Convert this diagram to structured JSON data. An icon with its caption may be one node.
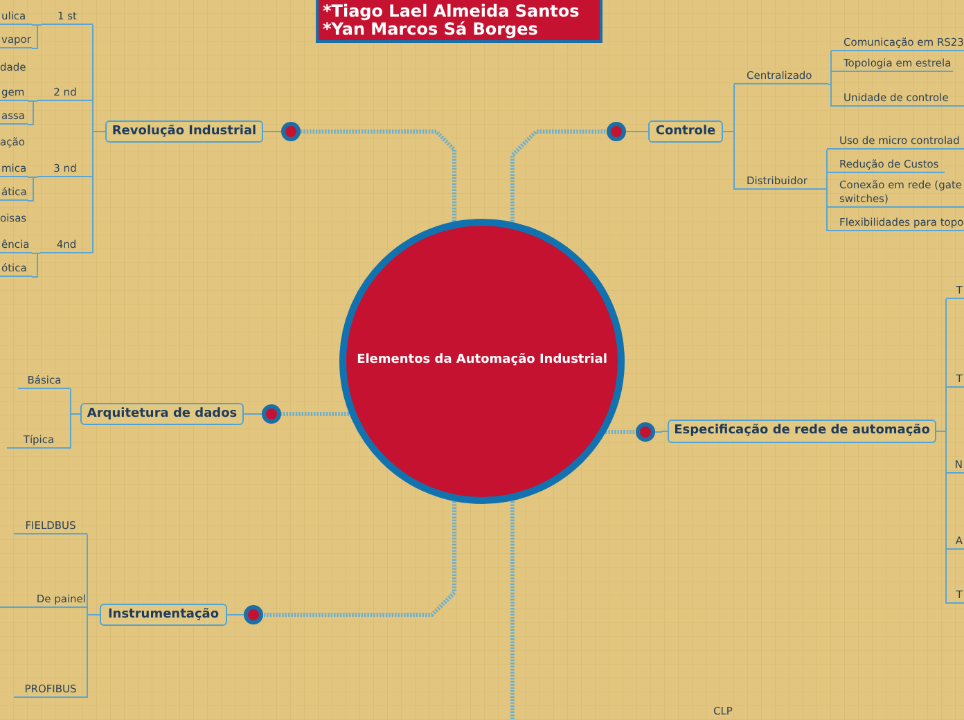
{
  "diagram": {
    "nodes": [
      {
        "text": [
          "*Tiago Lael Almeida Santos",
          "*Yan Marcos Sá Borges"
        ]
      },
      {
        "text": [
          "Elementos da Automação Industrial"
        ]
      },
      {
        "text": [],
        "shape": "circle"
      },
      {
        "text": [
          "Revolução Industrial"
        ]
      },
      {
        "text": [
          "1 st"
        ]
      },
      {
        "text": [
          "ulica"
        ]
      },
      {
        "text": [
          "vapor"
        ]
      },
      {
        "text": [
          "2 nd"
        ]
      },
      {
        "text": [
          "gem"
        ]
      },
      {
        "text": [
          "assa"
        ]
      },
      {
        "text": [
          "3 nd"
        ]
      },
      {
        "text": [
          "mica"
        ]
      },
      {
        "text": [
          "ática"
        ]
      },
      {
        "text": [
          "4nd"
        ]
      },
      {
        "text": [
          "ência"
        ]
      },
      {
        "text": [
          "ótica"
        ]
      },
      {
        "text": [],
        "shape": "circle"
      },
      {
        "text": [
          "Controle"
        ]
      },
      {
        "text": [
          "Centralizado"
        ]
      },
      {
        "text": [
          "Comunicação em RS23"
        ]
      },
      {
        "text": [
          "Topologia em estrela"
        ]
      },
      {
        "text": [
          "Unidade de controle"
        ]
      },
      {
        "text": [
          "Distribuidor"
        ]
      },
      {
        "text": [
          "Uso de micro controlad"
        ]
      },
      {
        "text": [
          "Redução de Custos"
        ]
      },
      {
        "text": [
          "Conexão em rede (gate switches)"
        ]
      },
      {
        "text": [
          "Flexibilidades para topo"
        ]
      },
      {
        "text": [],
        "shape": "circle"
      },
      {
        "text": [
          "Arquitetura de dados"
        ]
      },
      {
        "text": [
          "Básica"
        ]
      },
      {
        "text": [
          "Típica"
        ]
      },
      {
        "text": [],
        "shape": "circle"
      },
      {
        "text": [
          "Especificação de rede de automação"
        ]
      },
      {
        "text": [
          "T"
        ]
      },
      {
        "text": [
          "T"
        ]
      },
      {
        "text": [
          "N"
        ]
      },
      {
        "text": [
          "A"
        ]
      },
      {
        "text": [
          "T"
        ]
      },
      {
        "text": [],
        "shape": "circle"
      },
      {
        "text": [
          "Instrumentação"
        ]
      },
      {
        "text": [
          "FIELDBUS"
        ]
      },
      {
        "text": [
          "De painel"
        ]
      },
      {
        "text": [
          "PROFIBUS"
        ]
      }
    ],
    "edges": [
      {
        "from": 1,
        "to": 2,
        "arrow": "none",
        "style": "dashed"
      },
      {
        "from": 2,
        "to": 3,
        "arrow": "none"
      },
      {
        "from": 3,
        "to": 4,
        "arrow": "none"
      },
      {
        "from": 3,
        "to": 7,
        "arrow": "none"
      },
      {
        "from": 3,
        "to": 10,
        "arrow": "none"
      },
      {
        "from": 3,
        "to": 13,
        "arrow": "none"
      },
      {
        "from": 4,
        "to": 5,
        "arrow": "none"
      },
      {
        "from": 4,
        "to": 6,
        "arrow": "none"
      },
      {
        "from": 7,
        "to": 8,
        "arrow": "none"
      },
      {
        "from": 7,
        "to": 9,
        "arrow": "none"
      },
      {
        "from": 10,
        "to": 11,
        "arrow": "none"
      },
      {
        "from": 10,
        "to": 12,
        "arrow": "none"
      },
      {
        "from": 13,
        "to": 14,
        "arrow": "none"
      },
      {
        "from": 13,
        "to": 15,
        "arrow": "none"
      },
      {
        "from": 1,
        "to": 16,
        "arrow": "none",
        "style": "dashed"
      },
      {
        "from": 16,
        "to": 17,
        "arrow": "none"
      },
      {
        "from": 17,
        "to": 18,
        "arrow": "none"
      },
      {
        "from": 17,
        "to": 22,
        "arrow": "none"
      },
      {
        "from": 18,
        "to": 19,
        "arrow": "none"
      },
      {
        "from": 18,
        "to": 20,
        "arrow": "none"
      },
      {
        "from": 18,
        "to": 21,
        "arrow": "none"
      },
      {
        "from": 22,
        "to": 23,
        "arrow": "none"
      },
      {
        "from": 22,
        "to": 24,
        "arrow": "none"
      },
      {
        "from": 22,
        "to": 25,
        "arrow": "none"
      },
      {
        "from": 22,
        "to": 26,
        "arrow": "none"
      },
      {
        "from": 1,
        "to": 27,
        "arrow": "none",
        "style": "dashed"
      },
      {
        "from": 27,
        "to": 28,
        "arrow": "none"
      },
      {
        "from": 28,
        "to": 29,
        "arrow": "none"
      },
      {
        "from": 28,
        "to": 30,
        "arrow": "none"
      },
      {
        "from": 1,
        "to": 31,
        "arrow": "none",
        "style": "dashed"
      },
      {
        "from": 31,
        "to": 32,
        "arrow": "none"
      },
      {
        "from": 32,
        "to": 33,
        "arrow": "none"
      },
      {
        "from": 32,
        "to": 34,
        "arrow": "none"
      },
      {
        "from": 32,
        "to": 35,
        "arrow": "none"
      },
      {
        "from": 32,
        "to": 36,
        "arrow": "none"
      },
      {
        "from": 32,
        "to": 37,
        "arrow": "none"
      },
      {
        "from": 1,
        "to": 38,
        "arrow": "none",
        "style": "dashed"
      },
      {
        "from": 38,
        "to": 39,
        "arrow": "none"
      },
      {
        "from": 39,
        "to": 40,
        "arrow": "none"
      },
      {
        "from": 39,
        "to": 41,
        "arrow": "none"
      },
      {
        "from": 39,
        "to": 42,
        "arrow": "none"
      },
      {
        "from": 1,
        "to": null,
        "arrow": "none",
        "style": "dashed"
      }
    ],
    "labels": [
      "dade",
      "ação",
      "oisas",
      "CLP"
    ]
  }
}
